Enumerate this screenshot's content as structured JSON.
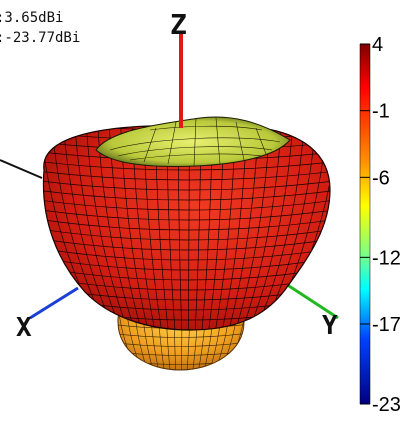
{
  "readouts": {
    "max": ":3.65dBi",
    "min": ":-23.77dBi"
  },
  "chart_data": {
    "type": "3d-radiation-pattern",
    "max_gain_dbi": 3.65,
    "min_gain_dbi": -23.77,
    "colorbar": {
      "min": -23,
      "max": 4,
      "tick_labels": [
        "4",
        "-1",
        "-6",
        "-12",
        "-17",
        "-23"
      ],
      "tick_values": [
        4,
        -1,
        -6,
        -12,
        -17,
        -23
      ],
      "colormap": "jet"
    },
    "axes": {
      "z": {
        "label": "Z",
        "color": "#e01818"
      },
      "x": {
        "label": "X",
        "color": "#1a3fd6"
      },
      "y": {
        "label": "Y",
        "color": "#22b822"
      }
    }
  }
}
